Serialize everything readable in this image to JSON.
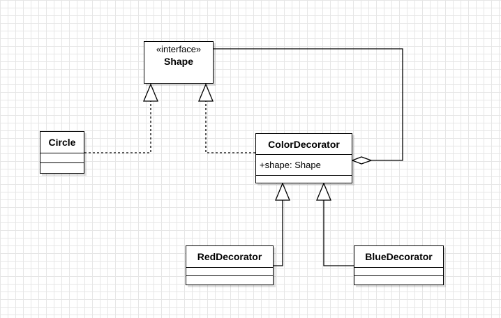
{
  "diagram": {
    "shape": {
      "stereotype": "«interface»",
      "name": "Shape"
    },
    "circle": {
      "name": "Circle"
    },
    "color_decorator": {
      "name": "ColorDecorator",
      "attribute": "+shape: Shape"
    },
    "red_decorator": {
      "name": "RedDecorator"
    },
    "blue_decorator": {
      "name": "BlueDecorator"
    }
  },
  "colors": {
    "line": "#000000",
    "grid": "#e6e6e6",
    "background": "#ffffff"
  }
}
